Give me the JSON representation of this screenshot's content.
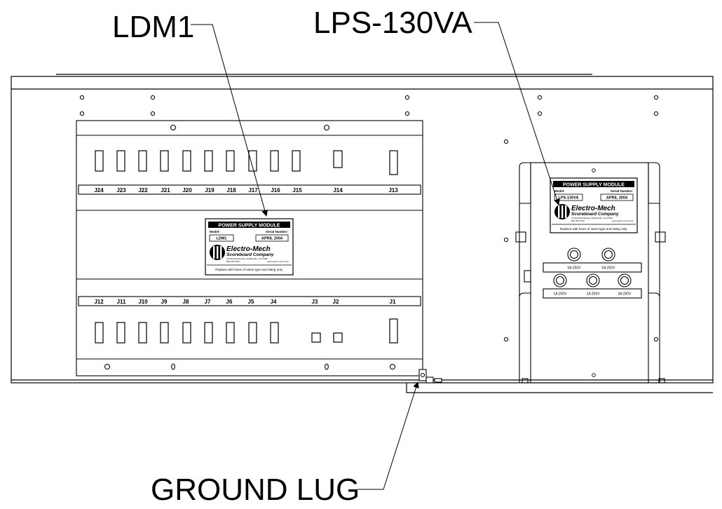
{
  "callouts": {
    "ldm": "LDM1",
    "lps": "LPS-130VA",
    "ground": "GROUND LUG"
  },
  "ldm_connectors": {
    "top": [
      "J24",
      "J23",
      "J22",
      "J21",
      "J20",
      "J19",
      "J18",
      "J17",
      "J16",
      "J15",
      "J14",
      "J13"
    ],
    "bottom": [
      "J12",
      "J11",
      "J10",
      "J9",
      "J8",
      "J7",
      "J6",
      "J5",
      "J4",
      "J3",
      "J2",
      "J1"
    ]
  },
  "ldm_label": {
    "title": "POWER SUPPLY MODULE",
    "model_caption": "Model:",
    "model": "LDM1",
    "serial_caption": "Serial Number:",
    "serial": "APRIL 2004",
    "brand": "Electro-Mech",
    "brand_sub": "Scoreboard Company",
    "address": "3 Industrial Parkway, Wrightsville, GA 31096",
    "phone": "800-445-7843",
    "web": "www.electro-mech.com",
    "footer": "Replace with fuses of same type and rating only."
  },
  "lps_label": {
    "title": "POWER SUPPLY MODULE",
    "model_caption": "Model:",
    "model": "LPS-130VA",
    "serial_caption": "Serial Number:",
    "serial": "APRIL 2004",
    "brand": "Electro-Mech",
    "brand_sub": "Scoreboard Company",
    "address": "3 Industrial Parkway, Wrightsville, GA 31096",
    "phone": "800-445-7843",
    "web": "www.electro-mech.com",
    "footer": "Replace with fuses of same type and rating only."
  },
  "fuses": {
    "top": [
      "5A 250V",
      "5A 250V"
    ],
    "bottom": [
      "1A 250V",
      "1A 250V",
      "3A 250V"
    ]
  }
}
